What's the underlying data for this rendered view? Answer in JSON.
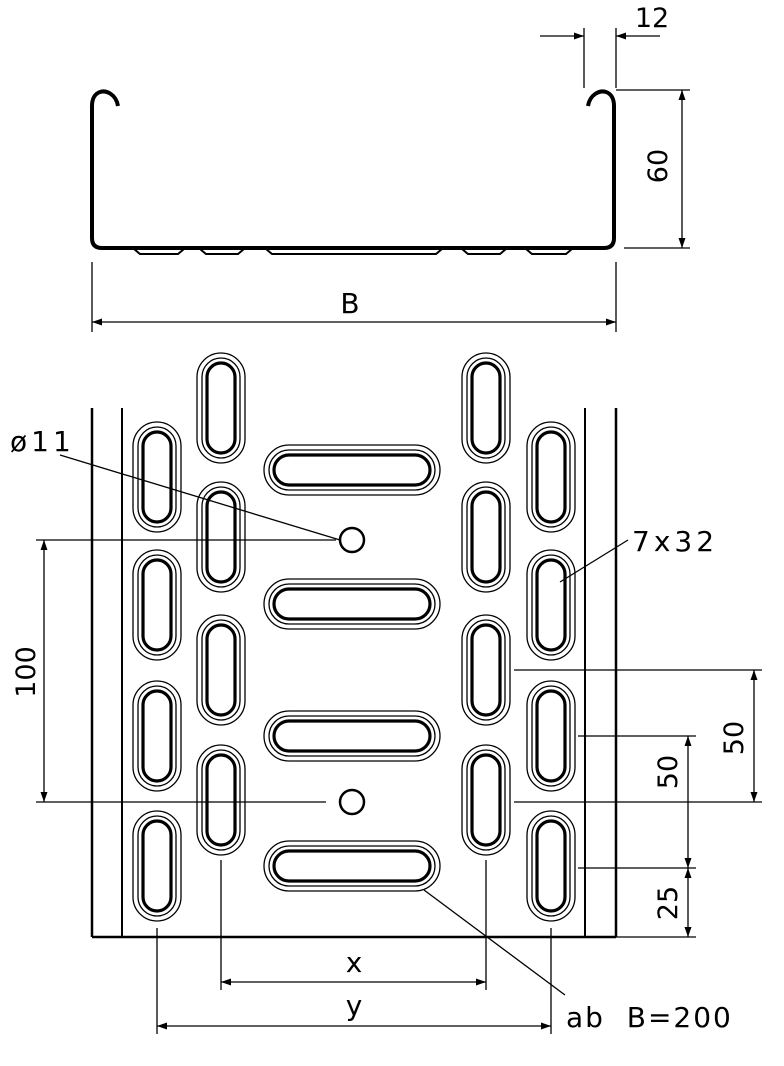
{
  "drawing": {
    "dims": {
      "flange_width": "12",
      "height": "60",
      "width": "B",
      "hole_dia": "ø11",
      "slot_size": "7x32",
      "hole_spacing": "100",
      "slot_pitch_a": "50",
      "slot_pitch_b": "50",
      "end_offset": "25",
      "x": "x",
      "y": "y",
      "note": "ab  B=200"
    },
    "colors": {
      "line": "#000000",
      "background": "#ffffff"
    }
  }
}
